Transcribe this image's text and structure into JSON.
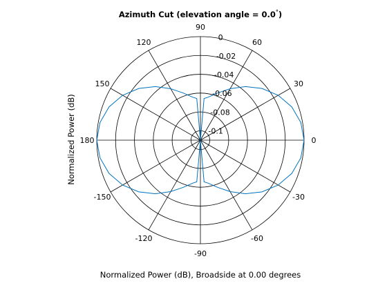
{
  "chart_data": {
    "type": "line",
    "coordinate_system": "polar",
    "title": "Azimuth Cut (elevation angle = 0.0",
    "title_degree_mark": "°",
    "title_suffix": ")",
    "ylabel": "Normalized Power (dB)",
    "xlabel": "Normalized Power (dB), Broadside at 0.00 degrees",
    "angle_ticks": [
      {
        "deg": 0,
        "label": "0"
      },
      {
        "deg": 30,
        "label": "30"
      },
      {
        "deg": 60,
        "label": "60"
      },
      {
        "deg": 90,
        "label": "90"
      },
      {
        "deg": 120,
        "label": "120"
      },
      {
        "deg": 150,
        "label": "150"
      },
      {
        "deg": 180,
        "label": "180"
      },
      {
        "deg": -150,
        "label": "-150"
      },
      {
        "deg": -120,
        "label": "-120"
      },
      {
        "deg": -90,
        "label": "-90"
      },
      {
        "deg": -60,
        "label": "-60"
      },
      {
        "deg": -30,
        "label": "-30"
      }
    ],
    "radial_ticks": [
      {
        "value": 0,
        "label": "0"
      },
      {
        "value": -0.02,
        "label": "-0.02"
      },
      {
        "value": -0.04,
        "label": "-0.04"
      },
      {
        "value": -0.06,
        "label": "-0.06"
      },
      {
        "value": -0.08,
        "label": "-0.08"
      },
      {
        "value": -0.1,
        "label": "-0.1"
      }
    ],
    "radial_range": [
      -0.11,
      0
    ],
    "grid": true,
    "series": [
      {
        "color": "#0072bd",
        "angle_deg": [
          0,
          10,
          20,
          30,
          40,
          50,
          60,
          70,
          80,
          85,
          90,
          95,
          100,
          110,
          120,
          130,
          140,
          150,
          160,
          170,
          180,
          190,
          200,
          210,
          220,
          230,
          240,
          250,
          260,
          265,
          270,
          275,
          280,
          290,
          300,
          310,
          320,
          330,
          340,
          350,
          360
        ],
        "values_db": [
          0,
          -0.0018,
          -0.0068,
          -0.0147,
          -0.0246,
          -0.0357,
          -0.0469,
          -0.0567,
          -0.0637,
          -0.0656,
          -0.11,
          -0.0656,
          -0.0637,
          -0.0567,
          -0.0469,
          -0.0357,
          -0.0246,
          -0.0147,
          -0.0068,
          -0.0018,
          0,
          -0.0018,
          -0.0068,
          -0.0147,
          -0.0246,
          -0.0357,
          -0.0469,
          -0.0567,
          -0.0637,
          -0.0656,
          -0.11,
          -0.0656,
          -0.0637,
          -0.0567,
          -0.0469,
          -0.0357,
          -0.0246,
          -0.0147,
          -0.0068,
          -0.0018,
          0
        ]
      }
    ]
  }
}
